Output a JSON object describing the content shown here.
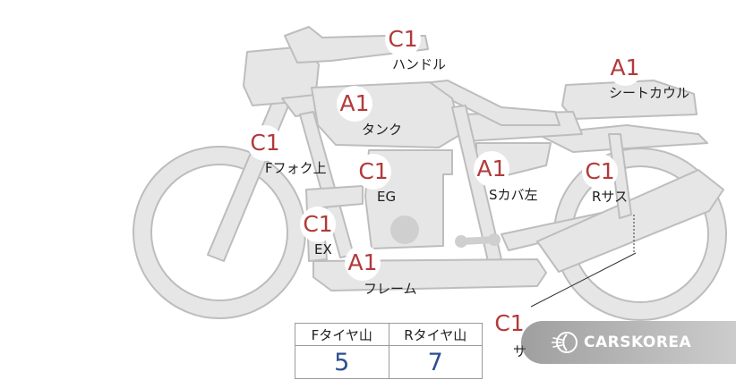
{
  "markers": [
    {
      "key": "handle",
      "grade": "C1",
      "label": "ハンドル"
    },
    {
      "key": "seat-cowl",
      "grade": "A1",
      "label": "シートカウル"
    },
    {
      "key": "tank",
      "grade": "A1",
      "label": "タンク"
    },
    {
      "key": "fork-upper",
      "grade": "C1",
      "label": "Fフォク上"
    },
    {
      "key": "engine",
      "grade": "C1",
      "label": "EG"
    },
    {
      "key": "side-cover-left",
      "grade": "A1",
      "label": "Sカバ左"
    },
    {
      "key": "rear-suspension",
      "grade": "C1",
      "label": "Rサス"
    },
    {
      "key": "exhaust",
      "grade": "C1",
      "label": "EX"
    },
    {
      "key": "frame",
      "grade": "A1",
      "label": "フレーム"
    },
    {
      "key": "partial",
      "grade": "C1",
      "label": "サ"
    }
  ],
  "tread_table": {
    "headers": [
      "Fタイヤ山",
      "Rタイヤ山"
    ],
    "values": [
      "5",
      "7"
    ]
  },
  "watermark": {
    "brand": "CARSKOREA",
    "icon": "flame-logo-icon"
  },
  "colors": {
    "grade_text": "#b23a3a",
    "tread_value": "#2c4f8f",
    "bike_fill": "#e6e6e6",
    "bike_stroke": "#bdbdbd"
  }
}
